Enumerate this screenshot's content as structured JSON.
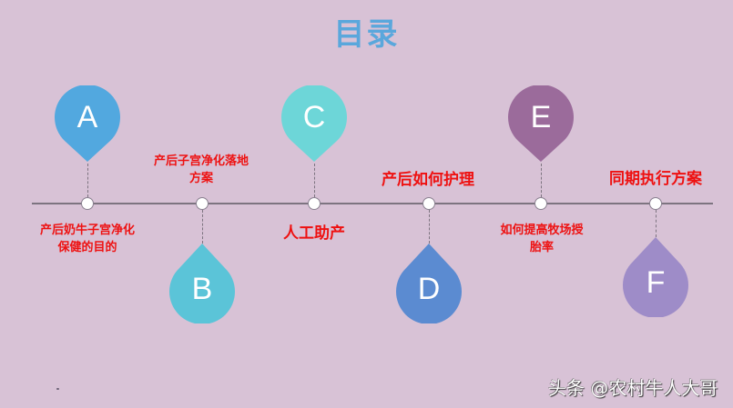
{
  "title": "目录",
  "colors": {
    "background": "#d8c2d6",
    "title": "#5aa7dc",
    "label": "#ee1111",
    "axis": "#7d7480"
  },
  "items": [
    {
      "letter": "A",
      "label": "产后奶牛子宫净化保健的目的",
      "label_line1": "产后奶牛子宫净化",
      "label_line2": "保健的目的",
      "color": "#52a8df",
      "pin_position": "above",
      "label_position": "below"
    },
    {
      "letter": "B",
      "label": "产后子宫净化落地方案",
      "label_line1": "产后子宫净化落地",
      "label_line2": "方案",
      "color": "#5bc4d8",
      "pin_position": "below",
      "label_position": "above"
    },
    {
      "letter": "C",
      "label": "人工助产",
      "label_line1": "人工助产",
      "label_line2": "",
      "color": "#6dd6d8",
      "pin_position": "above",
      "label_position": "below"
    },
    {
      "letter": "D",
      "label": "产后如何护理",
      "label_line1": "产后如何护理",
      "label_line2": "",
      "color": "#5b8bd1",
      "pin_position": "below",
      "label_position": "above"
    },
    {
      "letter": "E",
      "label": "如何提高牧场授胎率",
      "label_line1": "如何提高牧场授",
      "label_line2": "胎率",
      "color": "#9b6b9b",
      "pin_position": "above",
      "label_position": "below"
    },
    {
      "letter": "F",
      "label": "同期执行方案",
      "label_line1": "同期执行方案",
      "label_line2": "",
      "color": "#9e8cc8",
      "pin_position": "below",
      "label_position": "above"
    }
  ],
  "watermark": "头条 @农村牛人大哥"
}
